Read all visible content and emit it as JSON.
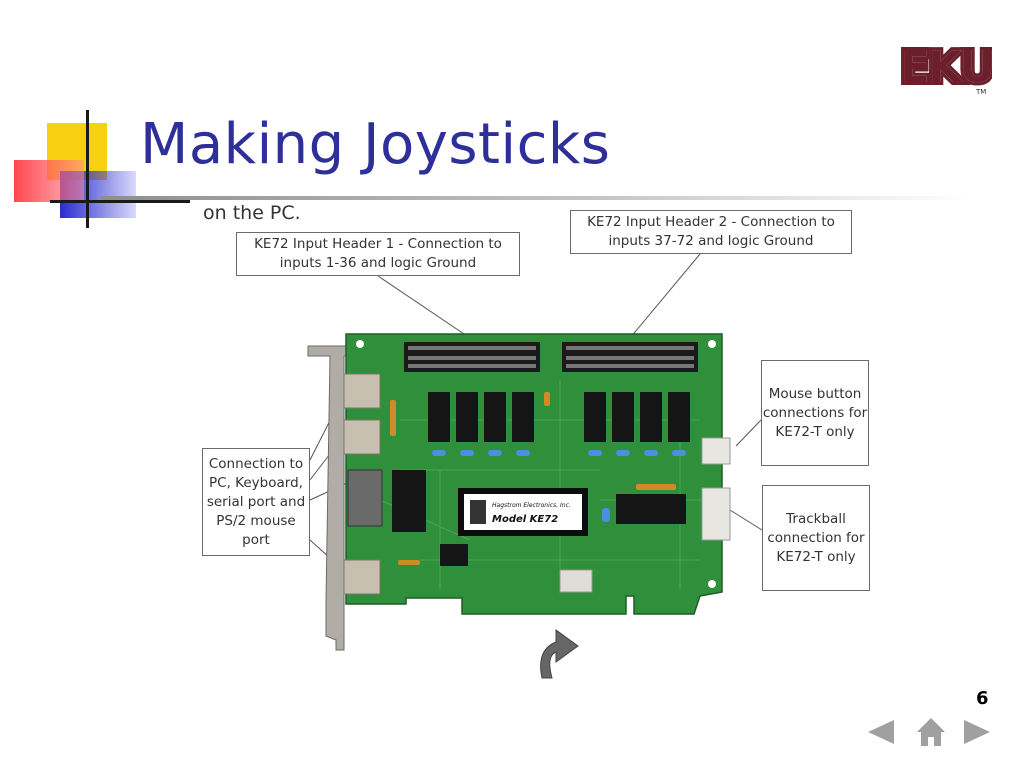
{
  "slide": {
    "title": "Making Joysticks",
    "caption": "on the PC.",
    "page_number": "6"
  },
  "logo": {
    "text": "EKU",
    "tm": "TM",
    "color": "#6b1f2a"
  },
  "figure": {
    "callouts": {
      "header1": "KE72 Input Header 1 - Connection to\ninputs 1-36 and logic Ground",
      "header2": "KE72 Input Header 2 - Connection to\ninputs 37-72 and logic Ground",
      "pc": "Connection to\nPC, Keyboard,\nserial port and\nPS/2 mouse\nport",
      "mouse": "Mouse button\nconnections for\nKE72-T only",
      "trackball": "Trackball\nconnection for\nKE72-T only"
    },
    "chip_label": {
      "maker": "Hagstrom Electronics, Inc.",
      "model": "Model KE72"
    },
    "board_color": "#2f8f3a"
  },
  "nav": {
    "prev_icon": "triangle-left-icon",
    "home_icon": "home-icon",
    "next_icon": "triangle-right-icon",
    "icon_color": "#a0a0a0"
  }
}
